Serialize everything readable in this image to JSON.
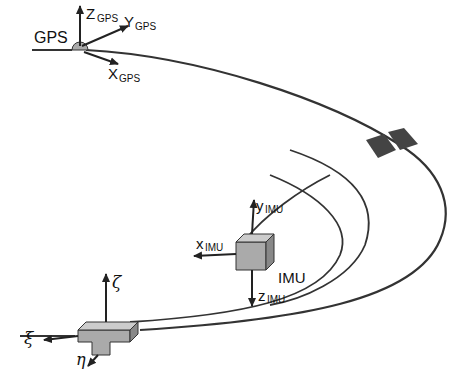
{
  "diagram": {
    "labels": [
      "GPS",
      "Z",
      "GPS",
      "Y",
      "GPS",
      "X",
      "GPS",
      "y",
      "IMU",
      "x",
      "IMU",
      "z",
      "IMU",
      "IMU",
      "ζ",
      "ξ",
      "η"
    ]
  }
}
